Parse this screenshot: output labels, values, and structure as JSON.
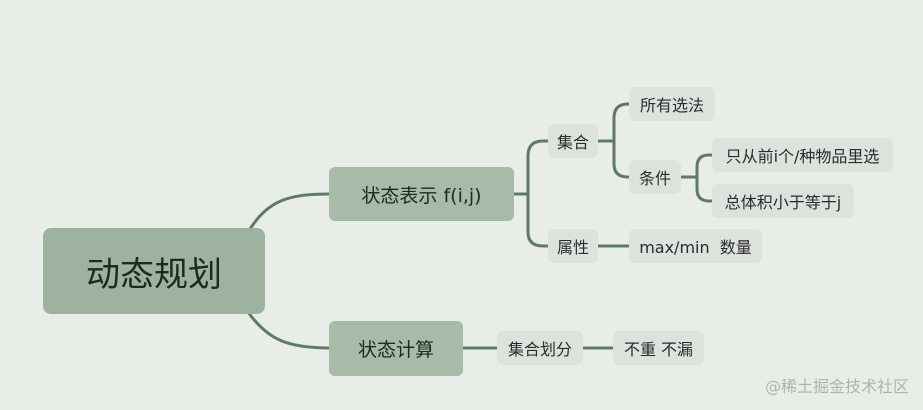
{
  "mindmap": {
    "root": "动态规划",
    "branch_state": "状态表示 f(i,j)",
    "branch_compute": "状态计算",
    "set": "集合",
    "all_choices": "所有选法",
    "condition": "条件",
    "cond_items": "只从前i个/种物品里选",
    "cond_volume": "总体积小于等于j",
    "attribute": "属性",
    "attr_value": "max/min  数量",
    "set_division": "集合划分",
    "no_repeat": "不重 不漏"
  },
  "colors": {
    "background": "#e9ede8",
    "root_fill": "#9db39f",
    "branch_fill": "#a7bba8",
    "leaf_fill": "#dce3dc",
    "connector": "#5e7a66"
  },
  "watermark": "@稀土掘金技术社区"
}
